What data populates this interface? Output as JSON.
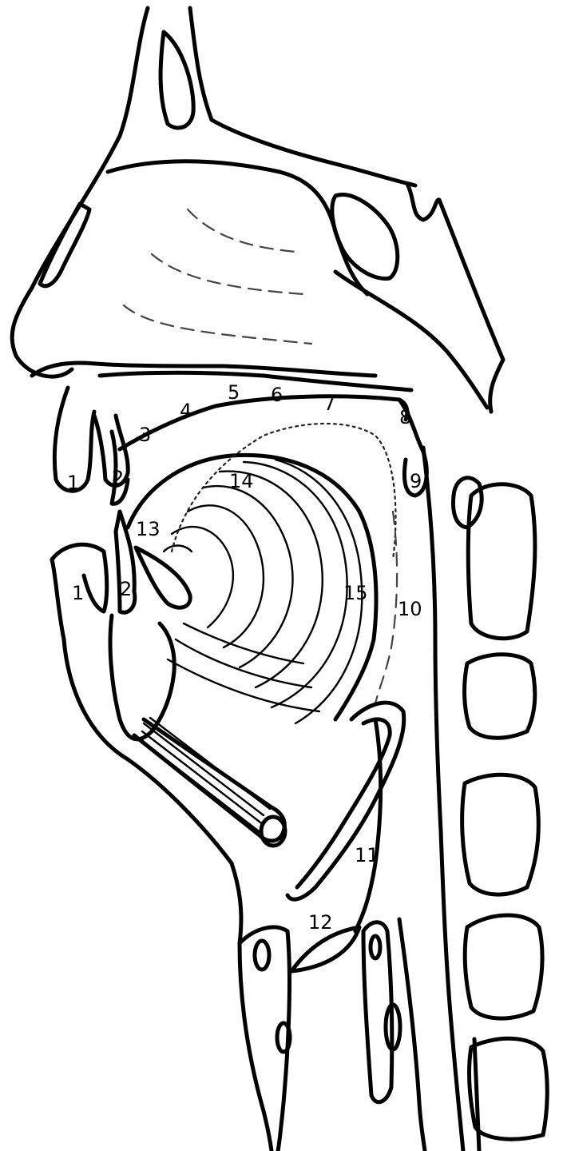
{
  "labels": {
    "n1_upper": "1",
    "n1_lower": "1",
    "n2_upper": "2",
    "n2_lower": "2",
    "n3": "3",
    "n4": "4",
    "n5": "5",
    "n6": "6",
    "n7": "7",
    "n8": "8",
    "n9": "9",
    "n10": "10",
    "n11": "11",
    "n12": "12",
    "n13": "13",
    "n14": "14",
    "n15": "15"
  }
}
